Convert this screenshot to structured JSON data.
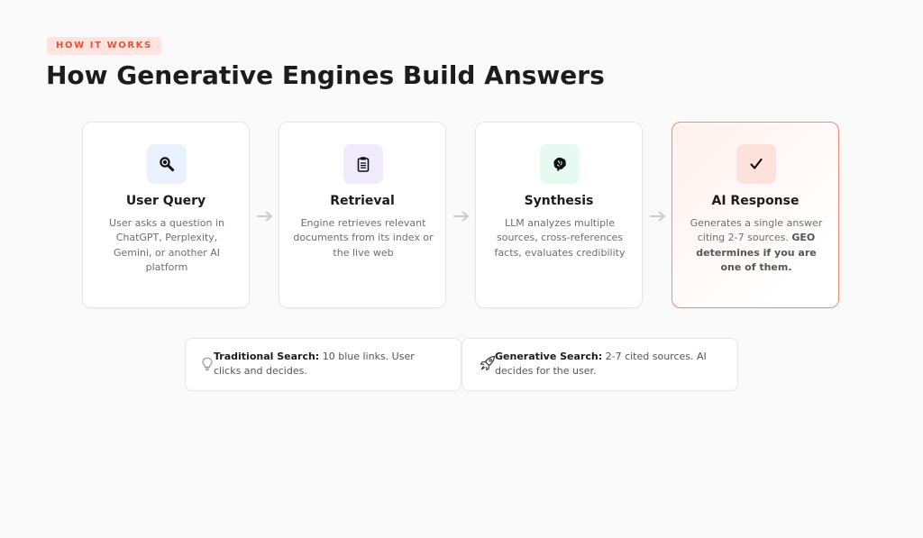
{
  "header": {
    "eyebrow": "HOW IT WORKS",
    "title": "How Generative Engines Build Answers"
  },
  "steps": [
    {
      "label": "User Query",
      "icon": "magnifier-icon",
      "icon_bg": "#e9f0fe",
      "desc": "User asks a question in ChatGPT, Perplexity, Gemini, or another AI platform"
    },
    {
      "label": "Retrieval",
      "icon": "clipboard-icon",
      "icon_bg": "#efebfd",
      "desc": "Engine retrieves relevant documents from its index or the live web"
    },
    {
      "label": "Synthesis",
      "icon": "brain-icon",
      "icon_bg": "#e6faf1",
      "desc": "LLM analyzes multiple sources, cross-references facts, evaluates credibility"
    },
    {
      "label": "AI Response",
      "icon": "checkmark-icon",
      "icon_bg": "#fde1dc",
      "desc_plain": "Generates a single answer citing 2-7 sources.",
      "desc_bold": "GEO determines if you are one of them."
    }
  ],
  "comparison": [
    {
      "icon": "lightbulb-icon",
      "heading": "Traditional Search:",
      "text": "10 blue links. User clicks and decides."
    },
    {
      "icon": "rocket-icon",
      "heading": "Generative Search:",
      "text": "2-7 cited sources. AI decides for the user."
    }
  ],
  "colors": {
    "accent": "#e2533f",
    "eyebrow_bg": "#fde4e0",
    "highlight_border": "#ef8a7a",
    "arrow": "#cccccc",
    "background": "#fafafa"
  }
}
